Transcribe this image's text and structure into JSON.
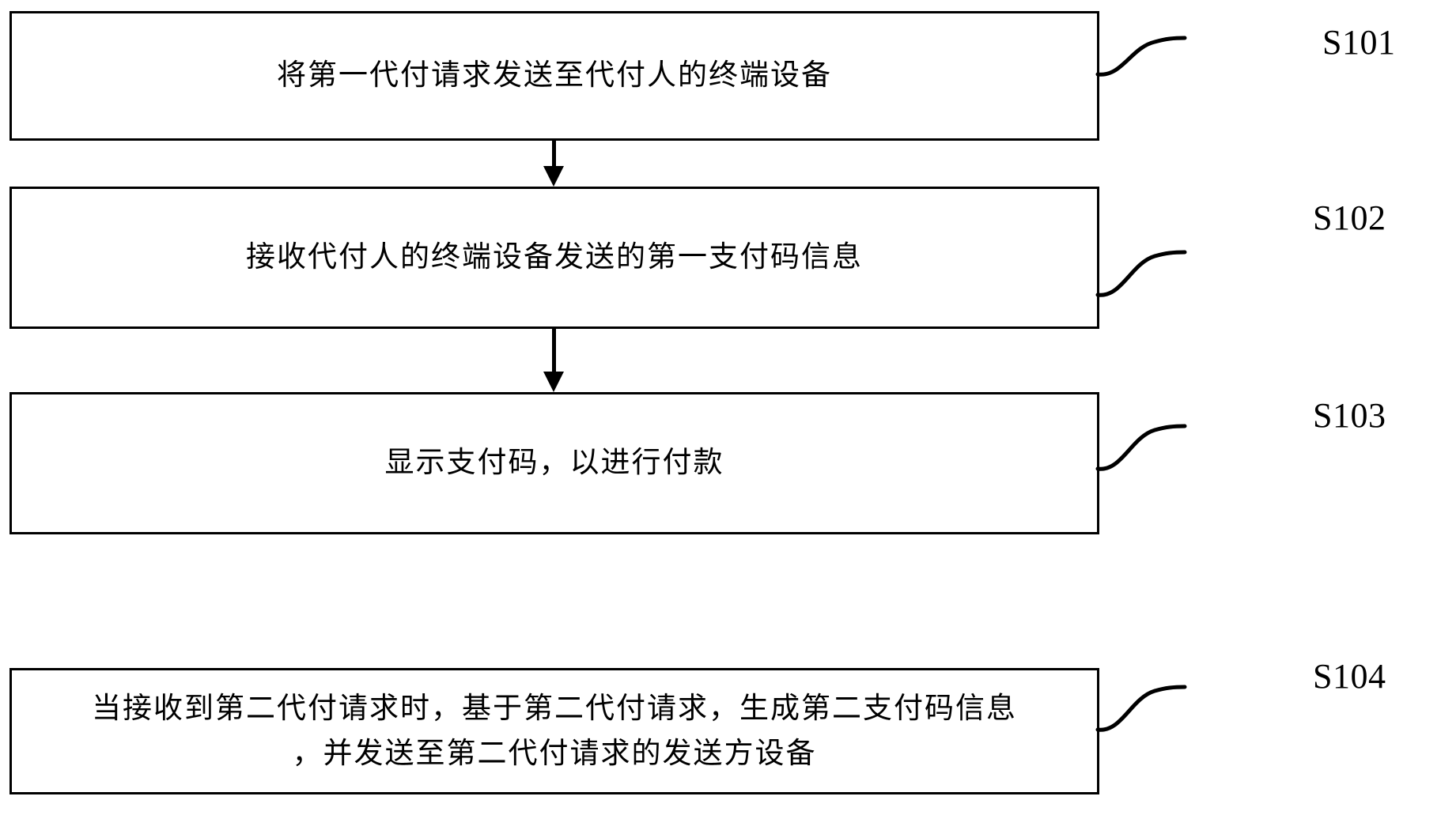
{
  "figure": {
    "type": "patent-flowchart",
    "orientation": "vertical",
    "language": "zh-CN",
    "background_color": "#ffffff",
    "line_color": "#000000"
  },
  "steps": [
    {
      "id": "S101",
      "label": "S101",
      "text": "将第一代付请求发送至代付人的终端设备"
    },
    {
      "id": "S102",
      "label": "S102",
      "text": "接收代付人的终端设备发送的第一支付码信息"
    },
    {
      "id": "S103",
      "label": "S103",
      "text": "显示支付码，以进行付款"
    },
    {
      "id": "S104",
      "label": "S104",
      "text": "当接收到第二代付请求时，基于第二代付请求，生成第二支付码信息\n，并发送至第二代付请求的发送方设备"
    }
  ],
  "connectors": [
    {
      "id": "arrow-s101-s102",
      "from": "S101",
      "to": "S102",
      "style": "solid-arrow-down"
    },
    {
      "id": "arrow-s102-s103",
      "from": "S102",
      "to": "S103",
      "style": "solid-arrow-down"
    }
  ],
  "leaders": [
    {
      "id": "leader-s101",
      "for": "S101",
      "style": "s-curve"
    },
    {
      "id": "leader-s102",
      "for": "S102",
      "style": "s-curve"
    },
    {
      "id": "leader-s103",
      "for": "S103",
      "style": "s-curve"
    },
    {
      "id": "leader-s104",
      "for": "S104",
      "style": "s-curve"
    }
  ]
}
